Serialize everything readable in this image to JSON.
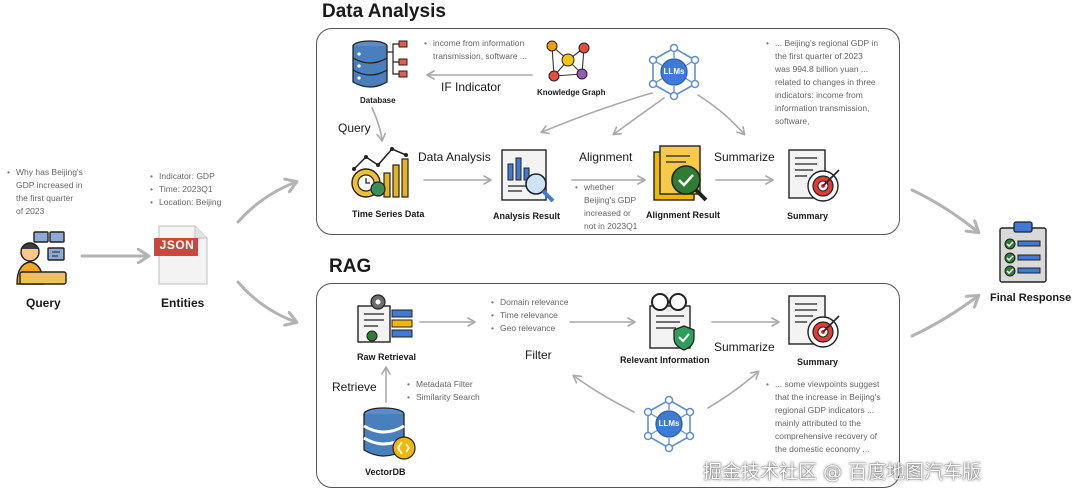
{
  "sections": {
    "data_analysis_title": "Data Analysis",
    "rag_title": "RAG"
  },
  "left": {
    "query_label": "Query",
    "query_note": [
      "Why has Beijing's",
      "GDP increased  in",
      "the first quarter",
      "of 2023"
    ],
    "json_tag": "JSON",
    "entities_label": "Entities",
    "entities_notes": [
      "Indicator: GDP",
      "Time: 2023Q1",
      "Location: Beijing"
    ]
  },
  "data_analysis": {
    "database_label": "Database",
    "knowledge_graph_label": "Knowledge Graph",
    "kg_note": [
      "income from information",
      "transmission, software ..."
    ],
    "if_indicator_label": "IF Indicator",
    "llm_tag": "LLMs",
    "query_edge_label": "Query",
    "time_series_label": "Time Series Data",
    "data_analysis_edge_label": "Data  Analysis",
    "analysis_result_label": "Analysis Result",
    "alignment_edge_label": "Alignment",
    "alignment_note": [
      "whether",
      "Beijing's GDP",
      "increased or",
      "not in 2023Q1"
    ],
    "alignment_result_label": "Alignment Result",
    "summarize_edge_label": "Summarize",
    "summary_label": "Summary",
    "summary_note": [
      "... Beijing's regional GDP in",
      "the first quarter of 2023",
      "was 994.8 billion yuan ...",
      "related to changes in three",
      "indicators: income from",
      "information transmission,",
      "software,"
    ]
  },
  "rag": {
    "raw_retrieval_label": "Raw Retrieval",
    "retrieve_edge_label": "Retrieve",
    "retrieve_notes": [
      "Metadata Filter",
      "Similarity Search"
    ],
    "vectordb_label": "VectorDB",
    "filter_notes": [
      "Domain relevance",
      "Time relevance",
      "Geo relevance"
    ],
    "filter_edge_label": "Filter",
    "relevant_info_label": "Relevant Information",
    "summarize_edge_label": "Summarize",
    "summary_label": "Summary",
    "llm_tag": "LLMs",
    "summary_note": [
      "... some viewpoints suggest",
      "that the increase in Beijing's",
      "regional GDP indicators ...",
      "mainly attributed to the",
      "comprehensive recovery of",
      "the domestic economy ..."
    ]
  },
  "final": {
    "final_response_label": "Final Response"
  },
  "watermark": "掘金技术社区 @ 百度地图汽车版"
}
